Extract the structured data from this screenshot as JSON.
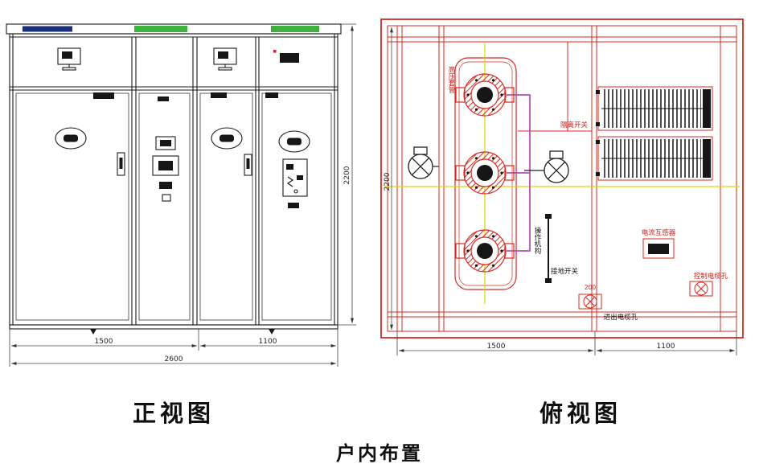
{
  "colors": {
    "cabinet_green": "#3cb13c",
    "brand_navy": "#1c2f7d",
    "frame_red": "#d42a22",
    "centerline_yellow": "#ddd600",
    "link_magenta": "#b44fb4"
  },
  "titles": {
    "front_view": "正视图",
    "top_view": "俯视图",
    "caption": "户内布置"
  },
  "front_view": {
    "dims": {
      "left_width": "1500",
      "right_width": "1100",
      "total_width": "2600",
      "height": "2200"
    }
  },
  "top_view": {
    "dims": {
      "left_width": "1500",
      "right_width": "1100",
      "depth": "2200",
      "cable_hole_size": "200"
    },
    "labels": {
      "bushing": "高压套管",
      "disconnector": "隔离开关",
      "mechanism": "操作机构",
      "earth_switch": "接地开关",
      "current_transformer": "电流互感器",
      "control_cable_hole": "控制电缆孔",
      "inout_cable_hole": "进出电缆孔"
    }
  }
}
